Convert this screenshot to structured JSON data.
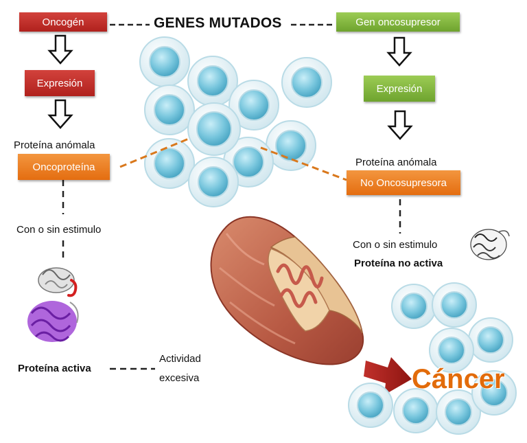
{
  "title": "GENES MUTADOS",
  "left": {
    "gene_label": "Oncogén",
    "expression_label": "Expresión",
    "protein_caption": "Proteína anómala",
    "protein_label": "Oncoproteína",
    "stimulus_text": "Con o sin estimulo",
    "active_protein": "Proteína activa",
    "activity_line1": "Actividad",
    "activity_line2": "excesiva"
  },
  "right": {
    "gene_label": "Gen oncosupresor",
    "expression_label": "Expresión",
    "protein_caption": "Proteína anómala",
    "protein_label": "No Oncosupresora",
    "stimulus_text": "Con o sin estimulo",
    "inactive_protein": "Proteína no activa"
  },
  "outcome": "Cáncer",
  "colors": {
    "red_box": "#c0302b",
    "green_box": "#82b840",
    "orange_box": "#ec7d24",
    "cancer_text": "#e26b0a",
    "cell": "#8fd0e2",
    "mitochondria": "#c9705a"
  }
}
